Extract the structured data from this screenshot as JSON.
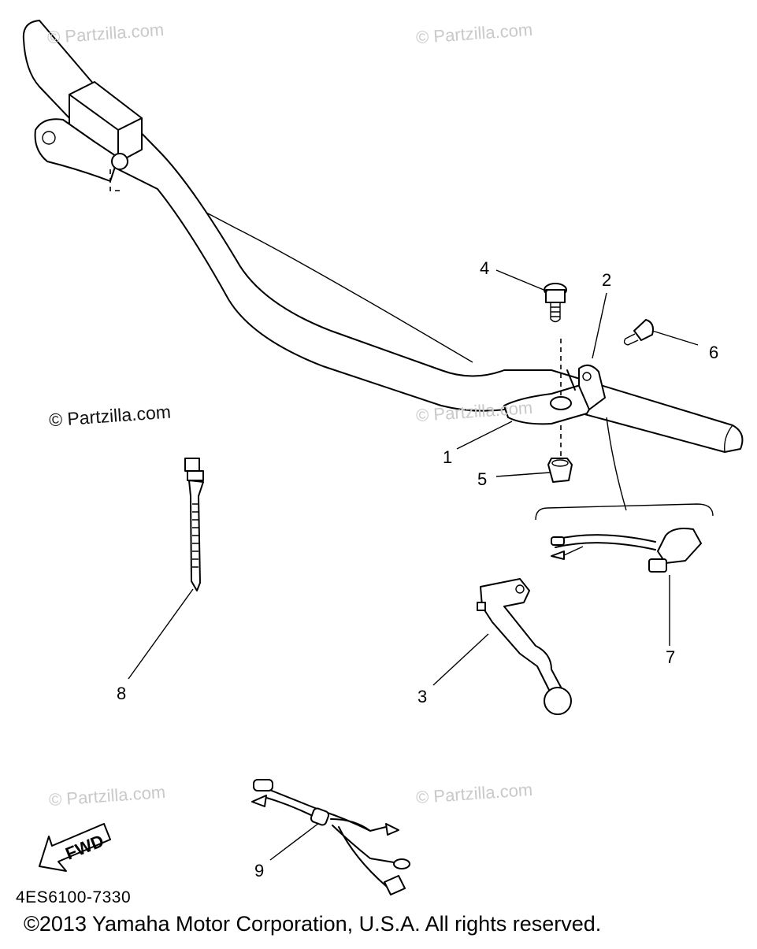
{
  "watermarks": {
    "w1": "© Partzilla.com",
    "w2": "© Partzilla.com",
    "w3": "© Partzilla.com",
    "w4": "© Partzilla.com",
    "w5": "© Partzilla.com",
    "w6": "© Partzilla.com"
  },
  "callouts": {
    "c1": "1",
    "c2": "2",
    "c3": "3",
    "c4": "4",
    "c5": "5",
    "c6": "6",
    "c7": "7",
    "c8": "8",
    "c9": "9"
  },
  "fwd_label": "FWD",
  "diagram_code": "4ES6100-7330",
  "copyright": "©2013  Yamaha Motor Corporation, U.S.A. All rights reserved."
}
